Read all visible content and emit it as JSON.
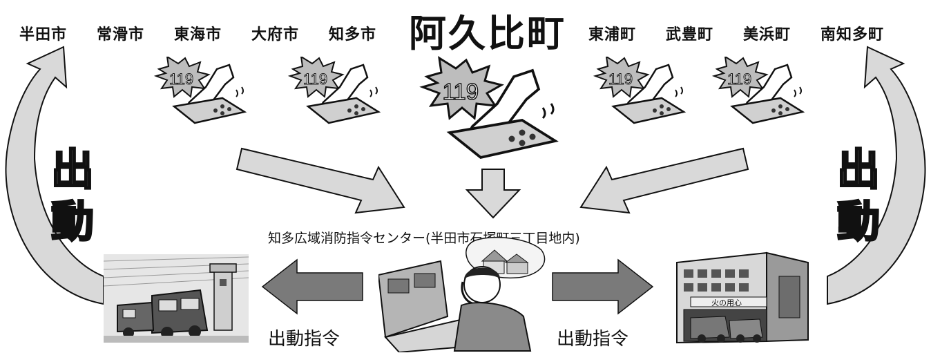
{
  "cities_left": [
    "半田市",
    "常滑市",
    "東海市",
    "大府市",
    "知多市"
  ],
  "main_town": "阿久比町",
  "cities_right": [
    "東浦町",
    "武豊町",
    "美浜町",
    "南知多町"
  ],
  "phone_number": "119",
  "center_label": "知多広域消防指令センター(半田市石塚町三丁目地内)",
  "dispatch_order_label": "出動指令",
  "dispatch_side_label": [
    "出",
    "動"
  ],
  "station_sign": "火の用心",
  "colors": {
    "arrow_fill": "#d9d9d9",
    "arrow_dark": "#7a7a7a",
    "stroke": "#111111"
  }
}
